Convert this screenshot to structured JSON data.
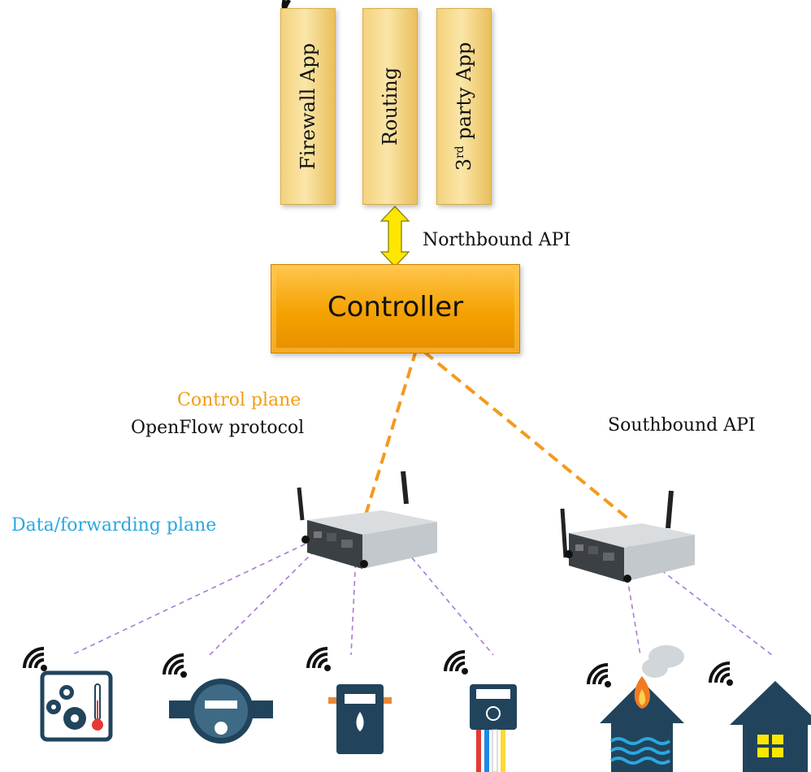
{
  "apps": [
    {
      "label": "Firewall App"
    },
    {
      "label": "Routing"
    },
    {
      "label": "3rd party App",
      "prefix": "3",
      "sup": "rd",
      "rest": " party App"
    }
  ],
  "controller": {
    "label": "Controller"
  },
  "labels": {
    "northbound": "Northbound API",
    "control_plane": "Control plane",
    "openflow": "OpenFlow protocol",
    "southbound": "Southbound API",
    "data_plane": "Data/forwarding plane"
  },
  "colors": {
    "control_plane": "#f39c12",
    "data_plane": "#29a8e0",
    "dashed_control": "#f39a1e",
    "dashed_data": "#a77bd6",
    "icon_blue": "#21445c",
    "yellow": "#ffe600"
  },
  "devices": [
    {
      "icon": "thermostat-gears-icon"
    },
    {
      "icon": "water-meter-icon"
    },
    {
      "icon": "gas-meter-icon"
    },
    {
      "icon": "electric-meter-icon"
    },
    {
      "icon": "house-fire-flood-icon"
    },
    {
      "icon": "smart-home-icon"
    }
  ]
}
